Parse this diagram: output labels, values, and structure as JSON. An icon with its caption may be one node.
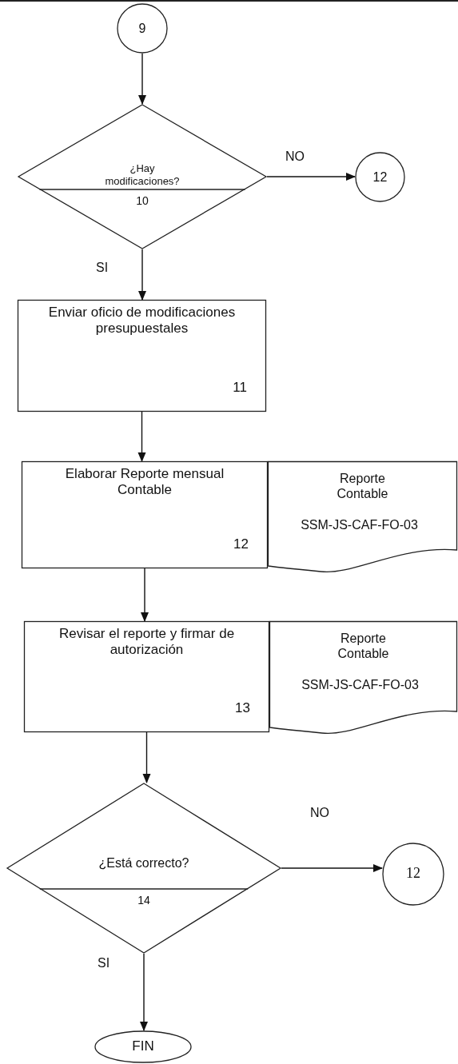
{
  "diagram": {
    "nodes": [
      {
        "text": [
          "9"
        ]
      },
      {
        "text": [
          "¿Hay modificaciones?",
          "10"
        ]
      },
      {
        "text": [
          "12"
        ]
      },
      {
        "text": [
          "Enviar oficio de modificaciones presupuestales",
          "11"
        ]
      },
      {
        "text": [
          "Elaborar Reporte mensual Contable",
          "12"
        ]
      },
      {
        "text": [
          "Reporte Contable",
          "SSM-JS-CAF-FO-03"
        ]
      },
      {
        "text": [
          "Revisar el reporte y firmar de autorización",
          "13"
        ]
      },
      {
        "text": [
          "Reporte Contable",
          "SSM-JS-CAF-FO-03"
        ]
      },
      {
        "text": [
          "¿Está correcto?",
          "14"
        ]
      },
      {
        "text": [
          "12"
        ]
      },
      {
        "text": [
          "FIN"
        ]
      }
    ],
    "edges": [
      {
        "from": 0,
        "to": 1,
        "arrow": "to"
      },
      {
        "from": 1,
        "to": 2,
        "arrow": "to",
        "label": "NO"
      },
      {
        "from": 1,
        "to": 3,
        "arrow": "to",
        "label": "SI"
      },
      {
        "from": 3,
        "to": 4,
        "arrow": "to"
      },
      {
        "from": 4,
        "to": 6,
        "arrow": "to"
      },
      {
        "from": 6,
        "to": 8,
        "arrow": "to"
      },
      {
        "from": 8,
        "to": 9,
        "arrow": "to",
        "label": "NO"
      },
      {
        "from": 8,
        "to": 10,
        "arrow": "to",
        "label": "SI"
      }
    ]
  }
}
